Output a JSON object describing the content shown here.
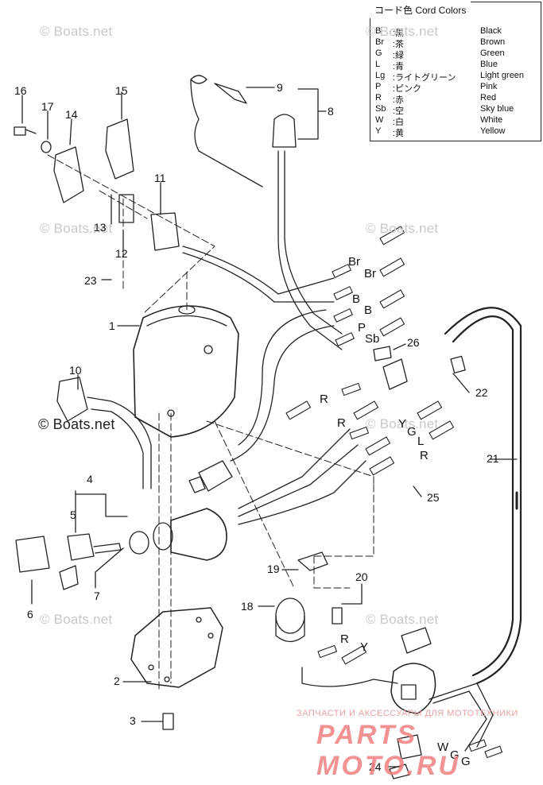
{
  "legend": {
    "title": "コード色 Cord Colors",
    "rows": [
      {
        "code": "B",
        "jp": ":黒",
        "en": "Black"
      },
      {
        "code": "Br",
        "jp": ":茶",
        "en": "Brown"
      },
      {
        "code": "G",
        "jp": ":緑",
        "en": "Green"
      },
      {
        "code": "L",
        "jp": ":青",
        "en": "Blue"
      },
      {
        "code": "Lg",
        "jp": ":ライトグリーン",
        "en": "Light green"
      },
      {
        "code": "P",
        "jp": ":ピンク",
        "en": "Pink"
      },
      {
        "code": "R",
        "jp": ":赤",
        "en": "Red"
      },
      {
        "code": "Sb",
        "jp": ":空",
        "en": "Sky blue"
      },
      {
        "code": "W",
        "jp": ":白",
        "en": "White"
      },
      {
        "code": "Y",
        "jp": ":黄",
        "en": "Yellow"
      }
    ]
  },
  "watermarks": [
    "© Boats.net",
    "© Boats.net",
    "© Boats.net",
    "© Boats.net",
    "© Boats.net",
    "© Boats.net",
    "© Boats.net",
    "© Boats.net"
  ],
  "callouts": [
    "16",
    "17",
    "14",
    "15",
    "9",
    "8",
    "11",
    "13",
    "12",
    "23",
    "1",
    "10",
    "26",
    "22",
    "21",
    "25",
    "4",
    "5",
    "6",
    "7",
    "19",
    "20",
    "18",
    "2",
    "3",
    "24"
  ],
  "wire_tags": [
    "Br",
    "Br",
    "B",
    "B",
    "P",
    "Sb",
    "R",
    "R",
    "Y",
    "G",
    "L",
    "R",
    "R",
    "Y",
    "W",
    "G",
    "G"
  ],
  "brand": {
    "subtitle": "ЗАПЧАСТИ И АКСЕССУАРЫ ДЛЯ МОТОТЕХНИКИ",
    "name": "PARTS MOTO.RU"
  }
}
